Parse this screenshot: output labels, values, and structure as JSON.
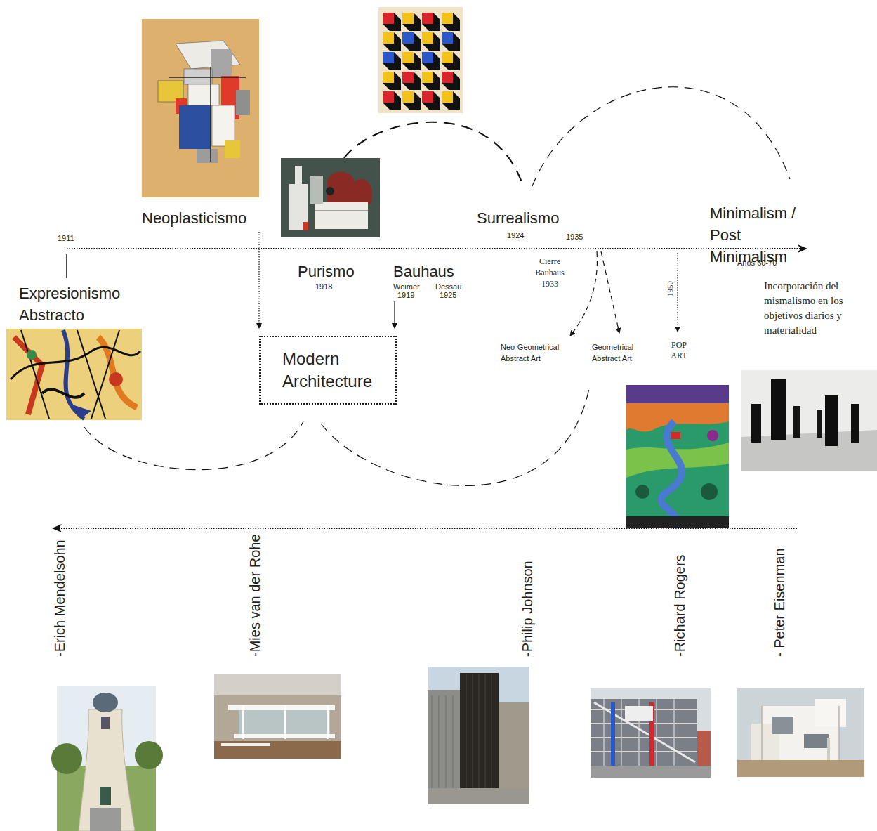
{
  "diagram": {
    "nodes": [
      {
        "text": [
          "Modern Architecture"
        ]
      }
    ],
    "labels": [
      "Neoplasticismo",
      "1911",
      "Surrealismo",
      "1924",
      "1935",
      "Minimalism / Post Minimalism",
      "Años 60-70",
      "Purismo",
      "1918",
      "Bauhaus",
      "Weimer",
      "1919",
      "Dessau",
      "1925",
      "Cierre Bauhaus 1933",
      "Expresionismo Abstracto",
      "1950",
      "Incorporación del mismalismo en los objetivos diarios y materialidad",
      "Neo-Geometrical Abstract Art",
      "Geometrical Abstract Art",
      "POP ART",
      "-Erich Mendelsohn",
      "-Mies van der Rohe",
      "-Philip Johnson",
      "-Richard Rogers",
      "- Peter Eisenman"
    ]
  }
}
